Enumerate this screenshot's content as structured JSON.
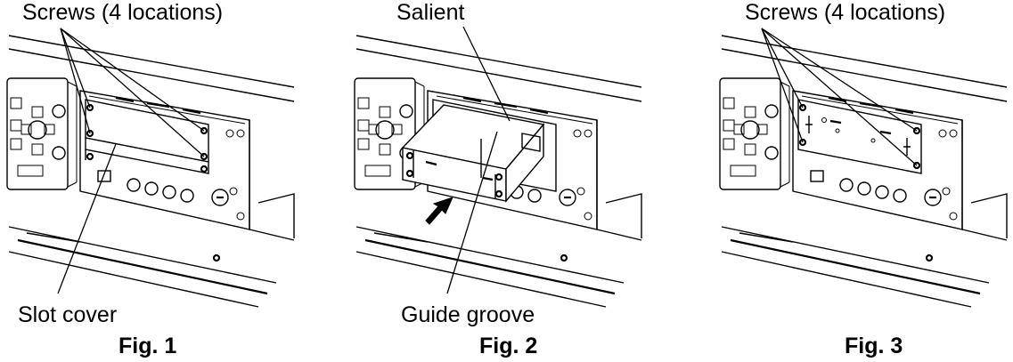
{
  "figures": [
    {
      "caption": "Fig. 1",
      "labels": {
        "top": "Screws (4 locations)",
        "bottom": "Slot cover"
      }
    },
    {
      "caption": "Fig. 2",
      "labels": {
        "top": "Salient",
        "bottom": "Guide groove"
      }
    },
    {
      "caption": "Fig. 3",
      "labels": {
        "top": "Screws (4 locations)"
      }
    }
  ]
}
